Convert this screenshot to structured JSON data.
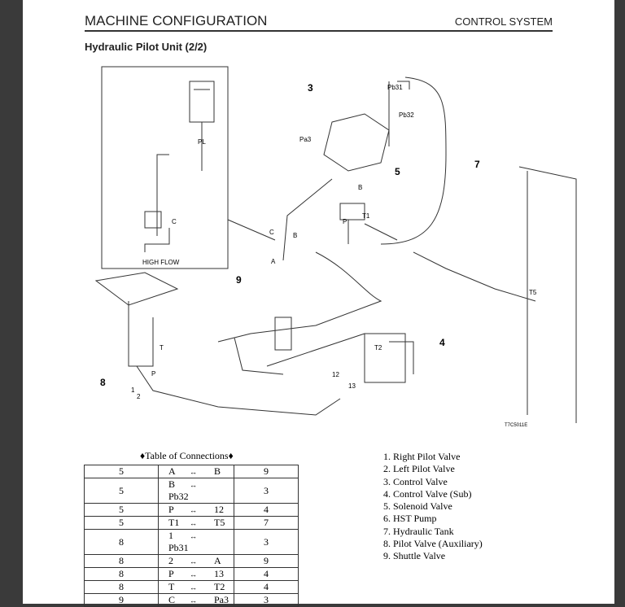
{
  "header": {
    "title": "MACHINE CONFIGURATION",
    "section": "CONTROL SYSTEM"
  },
  "subtitle": "Hydraulic Pilot Unit (2/2)",
  "diagram": {
    "labels": [
      "3",
      "Pb31",
      "Pb32",
      "Pa3",
      "5",
      "B",
      "T1",
      "P",
      "PL",
      "C",
      "HIGH FLOW",
      "C",
      "B",
      "A",
      "9",
      "7",
      "T5",
      "4",
      "T2",
      "12",
      "13",
      "8",
      "T",
      "P",
      "1",
      "2"
    ],
    "figure_id": "T7C5011E"
  },
  "table": {
    "caption": "♦Table of Connections♦",
    "arrow": "↔",
    "rows": [
      [
        "5",
        "A",
        "B",
        "9"
      ],
      [
        "5",
        "B",
        "Pb32",
        "3"
      ],
      [
        "5",
        "P",
        "12",
        "4"
      ],
      [
        "5",
        "T1",
        "T5",
        "7"
      ],
      [
        "8",
        "1",
        "Pb31",
        "3"
      ],
      [
        "8",
        "2",
        "A",
        "9"
      ],
      [
        "8",
        "P",
        "13",
        "4"
      ],
      [
        "8",
        "T",
        "T2",
        "4"
      ],
      [
        "9",
        "C",
        "Pa3",
        "3"
      ]
    ]
  },
  "legend": [
    "1. Right Pilot Valve",
    "2. Left Pilot Valve",
    "3. Control Valve",
    "4. Control Valve (Sub)",
    "5. Solenoid Valve",
    "6. HST Pump",
    "7. Hydraulic Tank",
    "8. Pilot Valve (Auxiliary)",
    "9. Shuttle Valve"
  ]
}
